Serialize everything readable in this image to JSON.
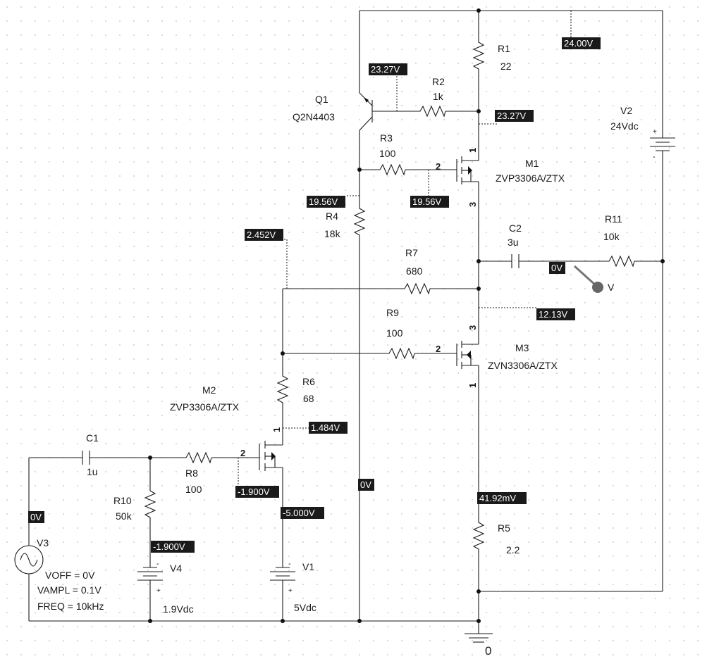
{
  "components": {
    "Q1": {
      "ref": "Q1",
      "model": "Q2N4403"
    },
    "M1": {
      "ref": "M1",
      "model": "ZVP3306A/ZTX"
    },
    "M2": {
      "ref": "M2",
      "model": "ZVP3306A/ZTX"
    },
    "M3": {
      "ref": "M3",
      "model": "ZVN3306A/ZTX"
    },
    "R1": {
      "ref": "R1",
      "value": "22"
    },
    "R2": {
      "ref": "R2",
      "value": "1k"
    },
    "R3": {
      "ref": "R3",
      "value": "100"
    },
    "R4": {
      "ref": "R4",
      "value": "18k"
    },
    "R5": {
      "ref": "R5",
      "value": "2.2"
    },
    "R6": {
      "ref": "R6",
      "value": "68"
    },
    "R7": {
      "ref": "R7",
      "value": "680"
    },
    "R8": {
      "ref": "R8",
      "value": "100"
    },
    "R9": {
      "ref": "R9",
      "value": "100"
    },
    "R10": {
      "ref": "R10",
      "value": "50k"
    },
    "R11": {
      "ref": "R11",
      "value": "10k"
    },
    "C1": {
      "ref": "C1",
      "value": "1u"
    },
    "C2": {
      "ref": "C2",
      "value": "3u"
    },
    "V1": {
      "ref": "V1",
      "value": "5Vdc"
    },
    "V2": {
      "ref": "V2",
      "value": "24Vdc"
    },
    "V3": {
      "ref": "V3",
      "voff": "VOFF = 0V",
      "vampl": "VAMPL = 0.1V",
      "freq": "FREQ = 10kHz"
    },
    "V4": {
      "ref": "V4",
      "value": "1.9Vdc"
    }
  },
  "pins": {
    "one": "1",
    "two": "2",
    "three": "3"
  },
  "battery_marks": {
    "plus": "+",
    "minus": "-"
  },
  "ground_label": "0",
  "probe_label": "V",
  "voltages": {
    "v_24": "24.00V",
    "v_r1_bottom": "23.27V",
    "v_q1_base": "23.27V",
    "v_m1_gate": "19.56V",
    "v_r4_top": "19.56V",
    "v_m2_drain_node": "2.452V",
    "v_c2_out": "0V",
    "v_m3_drain": "12.13V",
    "v_m2_source": "1.484V",
    "v_m2_gate": "-1.900V",
    "v_m2_drain": "-5.000V",
    "v_gnd_mid": "0V",
    "v_m3_source": "41.92mV",
    "v_v3": "0V",
    "v_v4": "-1.900V"
  }
}
